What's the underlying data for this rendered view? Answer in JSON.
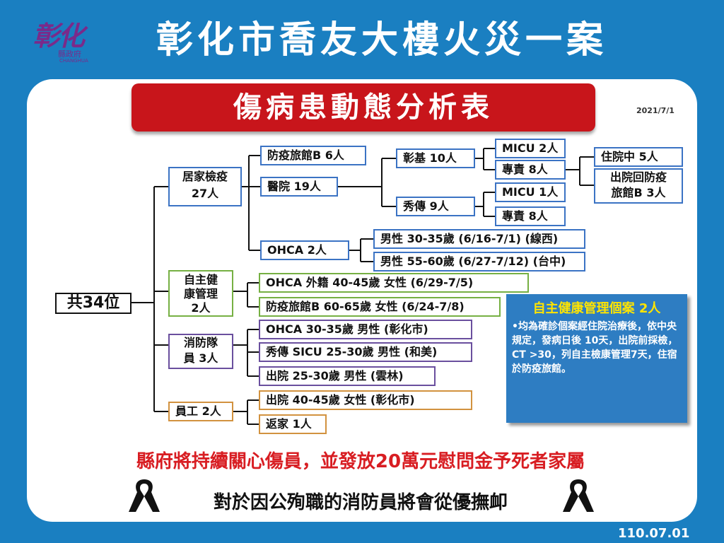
{
  "logo": {
    "main": "彰化",
    "sub": "縣政府",
    "en": "CHANGHUA"
  },
  "title": "彰化市喬友大樓火災一案",
  "banner": "傷病患動態分析表",
  "date_top": "2021/7/1",
  "root": "共34位",
  "home_quarantine": {
    "label_line1": "居家檢疫",
    "label_line2": "27人",
    "hotel": "防疫旅館B 6人",
    "hospital": "醫院 19人",
    "changji": "彰基 10人",
    "xiuchuan": "秀傳 9人",
    "changji_micu": "MICU 2人",
    "changji_dedicated": "專責 8人",
    "xiuchuan_micu": "MICU 1人",
    "xiuchuan_dedicated": "專責 8人",
    "inpatient": "住院中 5人",
    "discharged_line1": "出院回防疫",
    "discharged_line2": "旅館B 3人",
    "ohca": "OHCA 2人",
    "ohca_male1": "男性 30-35歲 (6/16-7/1) (線西)",
    "ohca_male2": "男性 55-60歲 (6/27-7/12) (台中)"
  },
  "self_health": {
    "label_line1": "自主健",
    "label_line2": "康管理",
    "label_line3": "2人",
    "case1": "OHCA 外籍 40-45歲 女性 (6/29-7/5)",
    "case2": "防疫旅館B 60-65歲 女性 (6/24-7/8)"
  },
  "firefighters": {
    "label_line1": "消防隊",
    "label_line2": "員 3人",
    "case1": "OHCA 30-35歲 男性 (彰化市)",
    "case2": "秀傳 SICU 25-30歲 男性 (和美)",
    "case3": "出院 25-30歲 男性 (雲林)"
  },
  "staff": {
    "label": "員工 2人",
    "case1": "出院 40-45歲 女性 (彰化市)",
    "case2": "返家 1人"
  },
  "note": {
    "title": "自主健康管理個案 2人",
    "body": "•均為確診個案經住院治療後，依中央規定，發病日後 10天，出院前採檢，CT >30，列自主檢康管理7天，住宿於防疫旅館。"
  },
  "footer": {
    "line1": "縣府將持續關心傷員，並發放20萬元慰問金予死者家屬",
    "line2": "對於因公殉職的消防員將會從優撫卹"
  },
  "date_bottom": "110.07.01",
  "colors": {
    "background": "#1a7fc1",
    "banner": "#c8151b",
    "note": "#2e7dc2",
    "footer_red": "#d81d22"
  }
}
